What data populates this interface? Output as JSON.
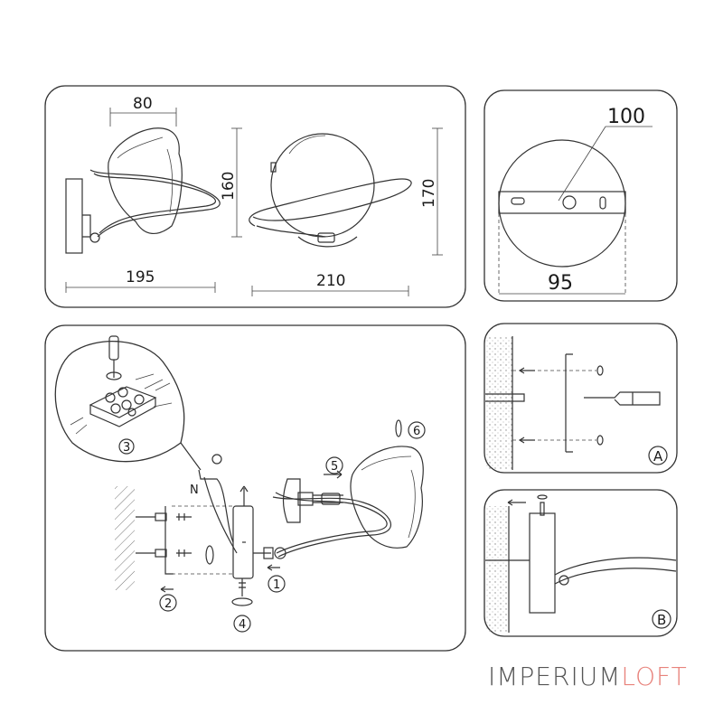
{
  "dimensions": {
    "side_width": "80",
    "side_height": "160",
    "side_depth": "195",
    "front_width": "210",
    "front_height": "170",
    "mount_width": "100",
    "mount_diameter": "95"
  },
  "steps": {
    "s1": "1",
    "s2": "2",
    "s3": "3",
    "s4": "4",
    "s5": "5",
    "s6": "6"
  },
  "wire_label": "N",
  "details": {
    "a": "A",
    "b": "B"
  },
  "brand": {
    "part1": "IMPERIUM",
    "part2": "LOFT"
  },
  "colors": {
    "line": "#333333",
    "brand_gray": "#555555",
    "brand_accent": "#e8837c"
  }
}
